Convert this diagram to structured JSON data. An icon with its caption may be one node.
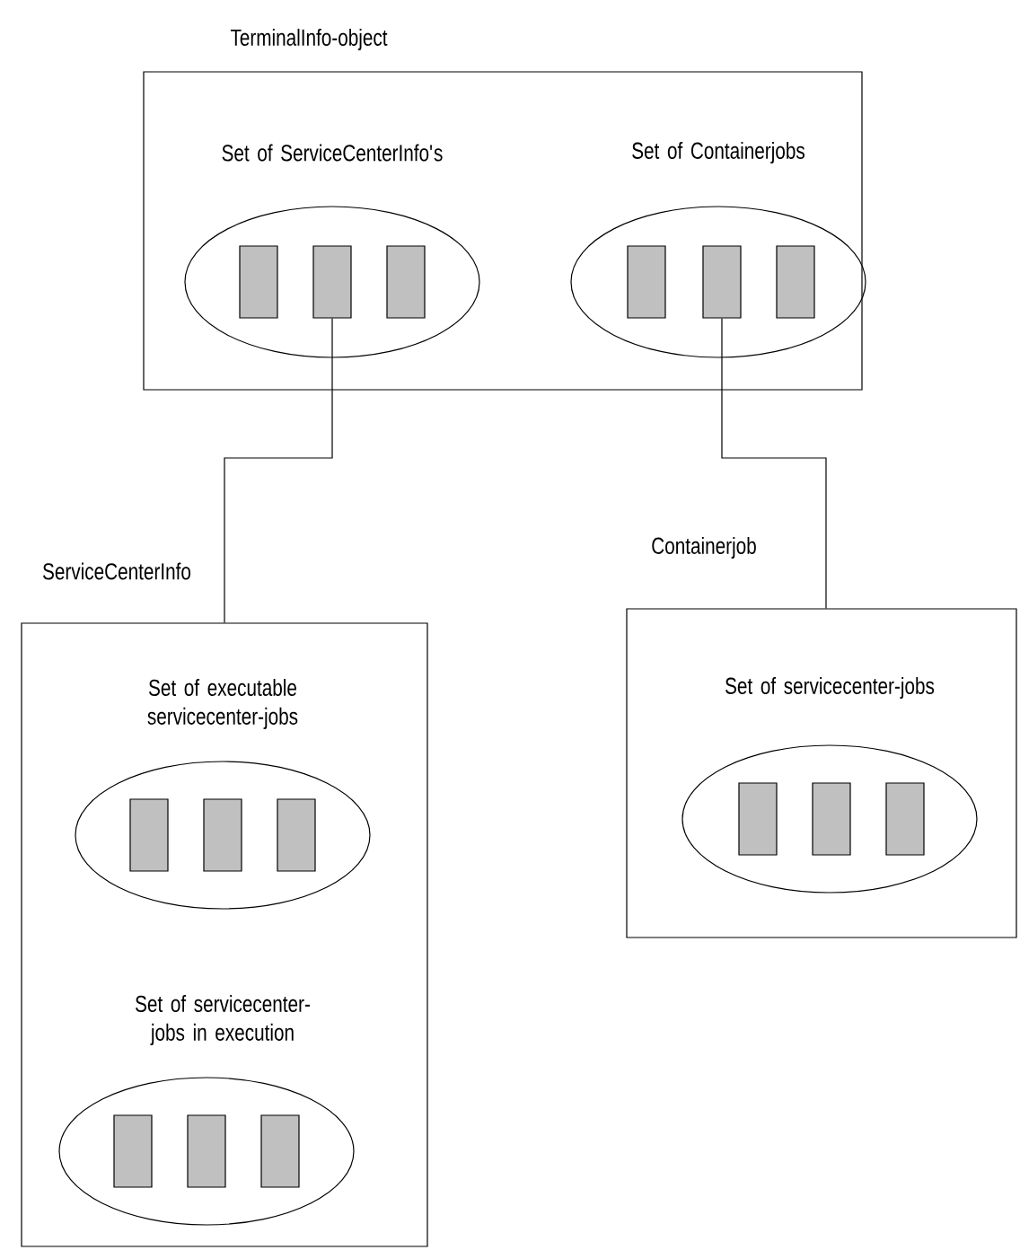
{
  "diagram": {
    "nodes": [
      {
        "text": [
          "TerminalInfo-object"
        ]
      },
      {
        "text": [
          "Set of ServiceCenterInfo's"
        ],
        "in": 0
      },
      {
        "text": [],
        "shape": "box",
        "in": 1
      },
      {
        "text": [],
        "shape": "box",
        "in": 1
      },
      {
        "text": [],
        "shape": "box",
        "in": 1
      },
      {
        "text": [
          "Set of Containerjobs"
        ],
        "in": 0
      },
      {
        "text": [],
        "shape": "box",
        "in": 5
      },
      {
        "text": [],
        "shape": "box",
        "in": 5
      },
      {
        "text": [],
        "shape": "box",
        "in": 5
      },
      {
        "text": [
          "ServiceCenterInfo"
        ]
      },
      {
        "text": [
          "Set of executable servicecenter-jobs"
        ],
        "in": 9
      },
      {
        "text": [],
        "shape": "box",
        "in": 10
      },
      {
        "text": [],
        "shape": "box",
        "in": 10
      },
      {
        "text": [],
        "shape": "box",
        "in": 10
      },
      {
        "text": [
          "Set of servicecenter-jobs in execution"
        ],
        "in": 9
      },
      {
        "text": [],
        "shape": "box",
        "in": 14
      },
      {
        "text": [],
        "shape": "box",
        "in": 14
      },
      {
        "text": [],
        "shape": "box",
        "in": 14
      },
      {
        "text": [
          "Containerjob"
        ]
      },
      {
        "text": [
          "Set of servicecenter-jobs"
        ],
        "in": 18
      },
      {
        "text": [],
        "shape": "box",
        "in": 19
      },
      {
        "text": [],
        "shape": "box",
        "in": 19
      },
      {
        "text": [],
        "shape": "box",
        "in": 19
      }
    ],
    "edges": [
      {
        "from": 3,
        "to": 9,
        "arrow": "none"
      },
      {
        "from": 7,
        "to": 18,
        "arrow": "none"
      }
    ]
  }
}
